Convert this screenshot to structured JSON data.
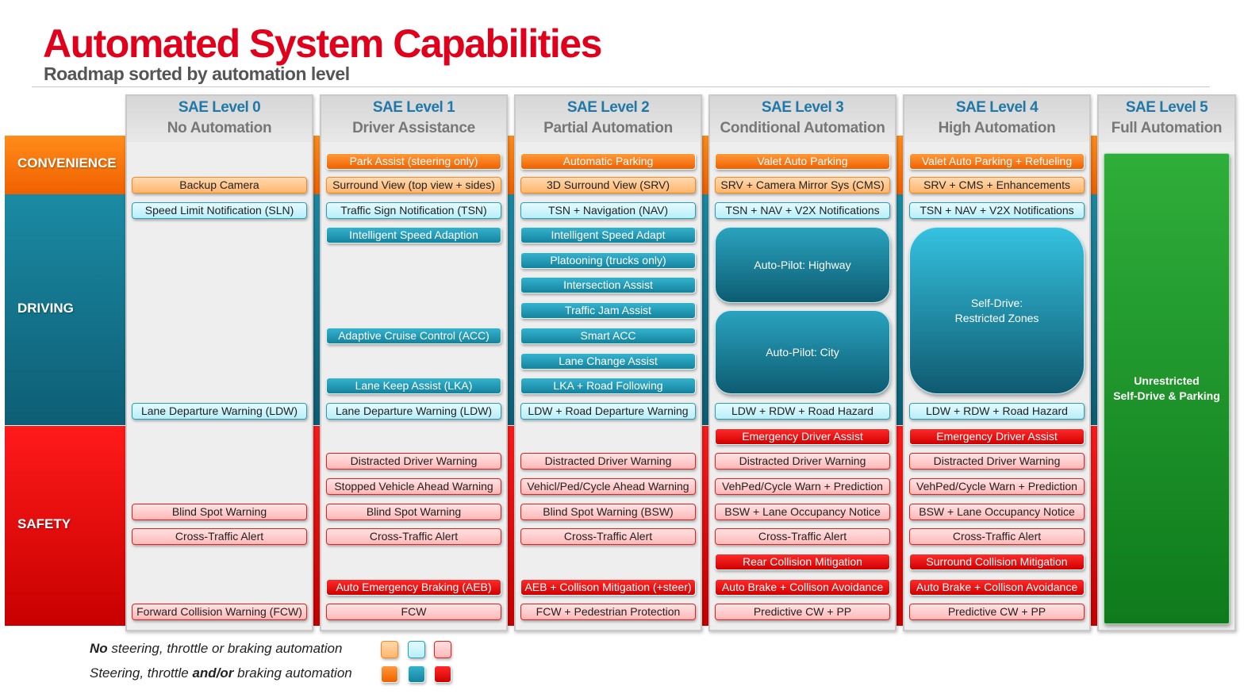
{
  "title": "Automated System Capabilities",
  "subtitle": "Roadmap sorted by automation level",
  "categories": {
    "convenience": "CONVENIENCE",
    "driving": "DRIVING",
    "safety": "SAFETY"
  },
  "colors": {
    "convenience": "#f47b10",
    "driving": "#137591",
    "safety": "#e60000",
    "level_header": "#1f78a8",
    "title": "#e0001b",
    "full_automation": "#1a8c2a"
  },
  "levels": [
    {
      "name": "SAE Level 0",
      "desc": "No Automation",
      "convenience": [
        "Backup Camera"
      ],
      "driving": [
        "Speed Limit Notification (SLN)",
        "Lane Departure Warning (LDW)"
      ],
      "safety": [
        "Blind Spot Warning",
        "Cross-Traffic Alert",
        "Forward Collision Warning (FCW)"
      ]
    },
    {
      "name": "SAE Level 1",
      "desc": "Driver Assistance",
      "convenience": [
        "Park Assist (steering only)",
        "Surround View (top view + sides)"
      ],
      "driving": [
        "Traffic Sign Notification (TSN)",
        "Intelligent Speed Adaption",
        "Adaptive Cruise Control (ACC)",
        "Lane Keep Assist (LKA)",
        "Lane Departure Warning (LDW)"
      ],
      "safety": [
        "Distracted Driver Warning",
        "Stopped Vehicle Ahead Warning",
        "Blind Spot Warning",
        "Cross-Traffic Alert",
        "Auto Emergency Braking (AEB)",
        "FCW"
      ]
    },
    {
      "name": "SAE Level 2",
      "desc": "Partial Automation",
      "convenience": [
        "Automatic Parking",
        "3D Surround View (SRV)"
      ],
      "driving": [
        "TSN + Navigation (NAV)",
        "Intelligent Speed Adapt",
        "Platooning (trucks only)",
        "Intersection Assist",
        "Traffic Jam Assist",
        "Smart ACC",
        "Lane Change Assist",
        "LKA + Road Following",
        "LDW + Road Departure Warning"
      ],
      "safety": [
        "Distracted Driver Warning",
        "Vehicl/Ped/Cycle Ahead Warning",
        "Blind Spot Warning (BSW)",
        "Cross-Traffic Alert",
        "AEB + Collison Mitigation (+steer)",
        "FCW + Pedestrian Protection"
      ]
    },
    {
      "name": "SAE Level 3",
      "desc": "Conditional Automation",
      "convenience": [
        "Valet Auto Parking",
        "SRV + Camera Mirror Sys (CMS)"
      ],
      "driving": [
        "TSN + NAV + V2X Notifications",
        "Auto-Pilot: Highway",
        "Auto-Pilot: City",
        "LDW + RDW + Road Hazard"
      ],
      "safety": [
        "Emergency Driver Assist",
        "Distracted Driver Warning",
        "VehPed/Cycle Warn + Prediction",
        "BSW + Lane Occupancy Notice",
        "Cross-Traffic Alert",
        "Rear Collision Mitigation",
        "Auto Brake + Collison Avoidance",
        "Predictive CW + PP"
      ]
    },
    {
      "name": "SAE Level 4",
      "desc": "High Automation",
      "convenience": [
        "Valet Auto Parking + Refueling",
        "SRV + CMS + Enhancements"
      ],
      "driving": [
        "TSN + NAV + V2X Notifications",
        "Self-Drive:",
        "Restricted Zones",
        "LDW + RDW + Road Hazard"
      ],
      "safety": [
        "Emergency Driver Assist",
        "Distracted Driver Warning",
        "VehPed/Cycle Warn + Prediction",
        "BSW + Lane Occupancy Notice",
        "Cross-Traffic Alert",
        "Surround Collision Mitigation",
        "Auto Brake + Collison Avoidance",
        "Predictive CW + PP"
      ]
    },
    {
      "name": "SAE Level 5",
      "desc": "Full Automation",
      "all": [
        "Unrestricted",
        "Self-Drive & Parking"
      ]
    }
  ],
  "legend": {
    "row1": {
      "bold": "No",
      "rest": " steering, throttle or braking automation"
    },
    "row2": {
      "pre": "Steering, throttle ",
      "bold": "and/or",
      "post": " braking automation"
    }
  }
}
